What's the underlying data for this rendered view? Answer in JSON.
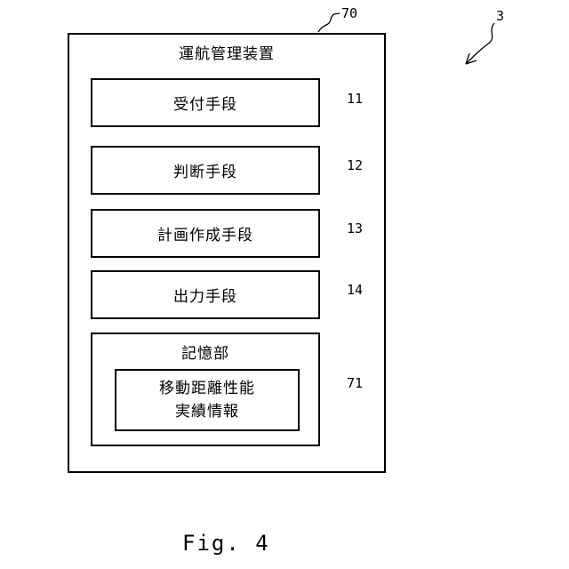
{
  "device": {
    "title": "運航管理装置",
    "ref": "70"
  },
  "figure_ref": "3",
  "units": [
    {
      "label": "受付手段",
      "ref": "11"
    },
    {
      "label": "判断手段",
      "ref": "12"
    },
    {
      "label": "計画作成手段",
      "ref": "13"
    },
    {
      "label": "出力手段",
      "ref": "14"
    }
  ],
  "storage": {
    "title": "記憶部",
    "ref": "71",
    "content_line1": "移動距離性能",
    "content_line2": "実績情報"
  },
  "caption": "Fig. 4"
}
